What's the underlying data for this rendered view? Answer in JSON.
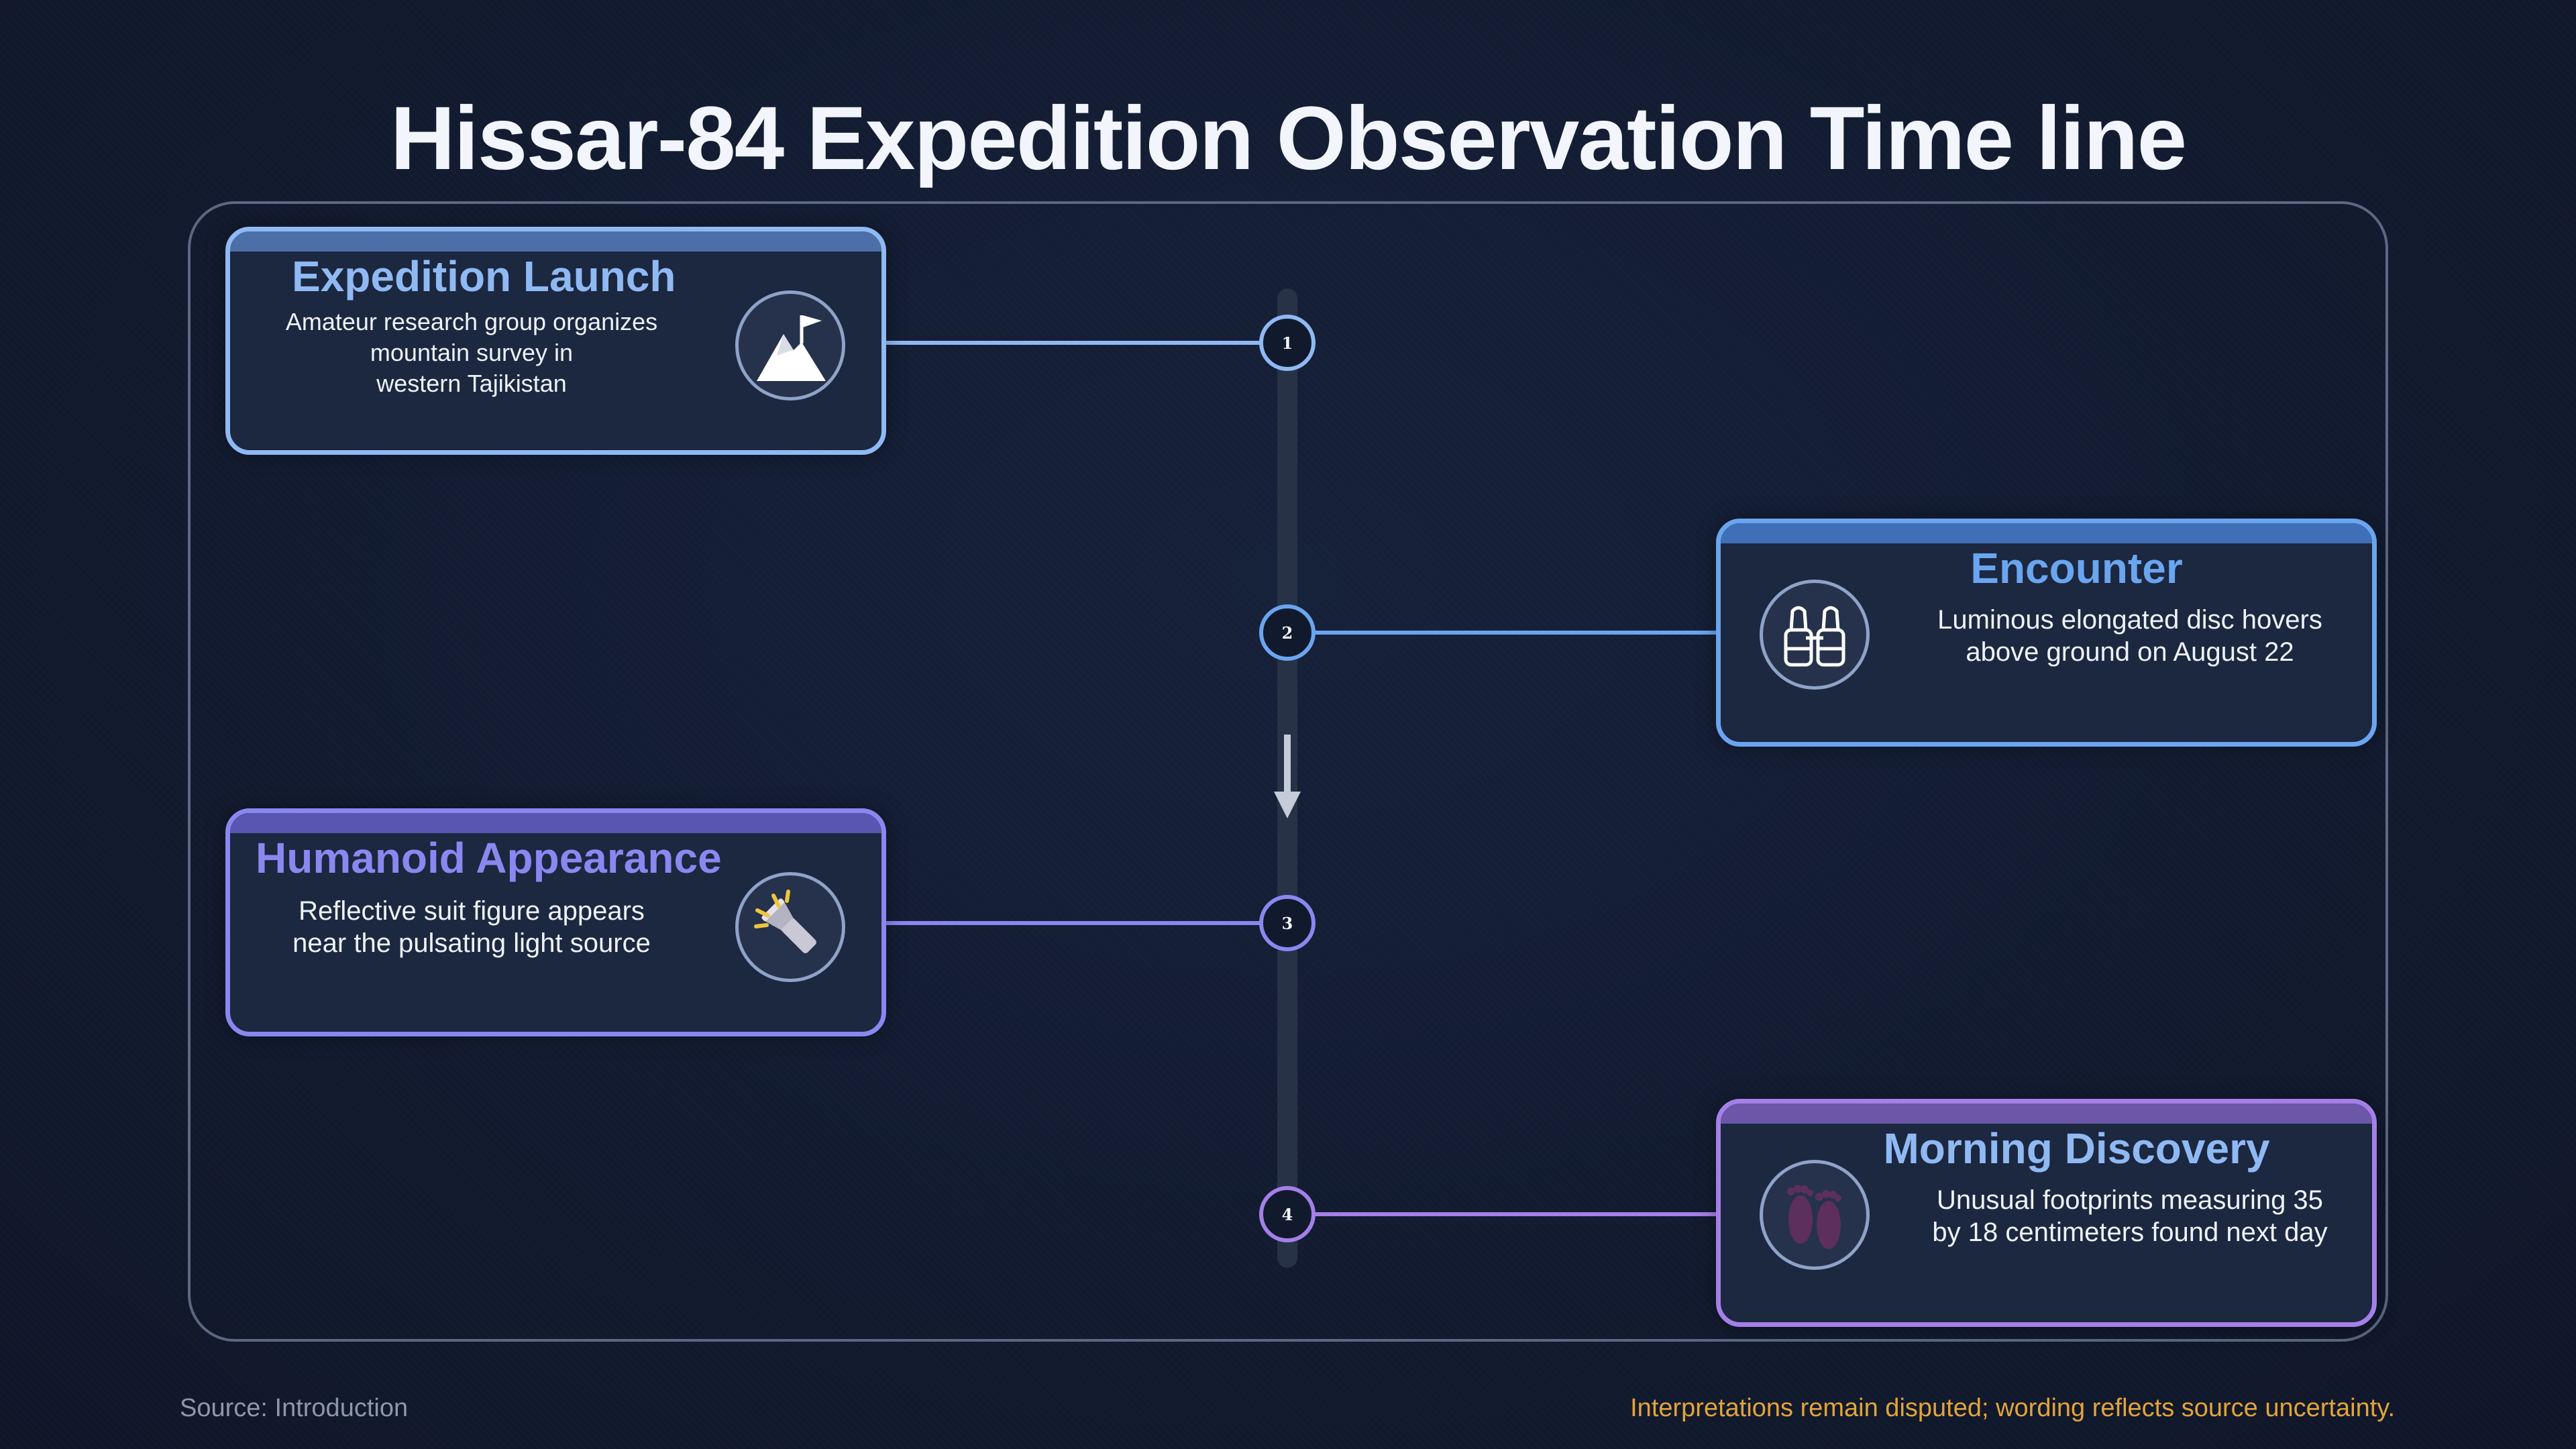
{
  "title": "Hissar-84 Expedition Observation Time line",
  "colors": {
    "step1": "#8fb9f3",
    "step2": "#6aa5ef",
    "step3": "#8a87f0",
    "step4": "#a57fe8",
    "footer_note": "#e3a43a"
  },
  "events": [
    {
      "step": "1",
      "title": "Expedition Launch",
      "description": "Amateur research group organizes\nmountain survey in\nwestern Tajikistan",
      "icon": "mountain-flag-icon"
    },
    {
      "step": "2",
      "title": "Encounter",
      "description": "Luminous elongated disc hovers\nabove ground on August 22",
      "icon": "binoculars-icon"
    },
    {
      "step": "3",
      "title": "Humanoid Appearance",
      "description": "Reflective suit figure appears\nnear the pulsating light source",
      "icon": "flashlight-icon"
    },
    {
      "step": "4",
      "title": "Morning Discovery",
      "description": "Unusual footprints measuring 35\nby 18 centimeters found next day",
      "icon": "footprints-icon"
    }
  ],
  "footer": {
    "source": "Source: Introduction",
    "note": "Interpretations remain disputed; wording reflects source uncertainty."
  }
}
